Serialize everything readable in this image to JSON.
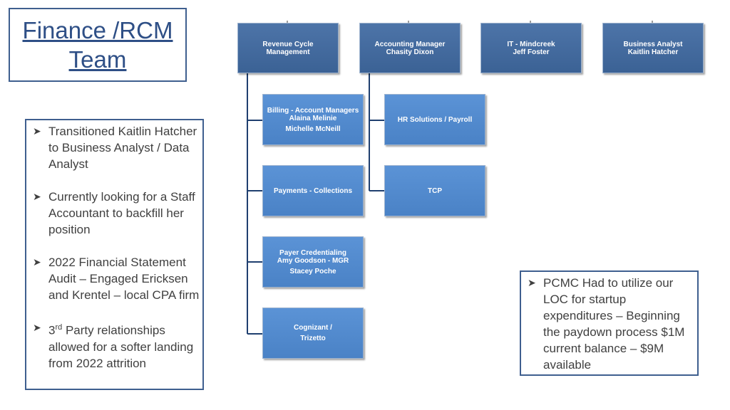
{
  "title": {
    "line1": "Finance /RCM",
    "line2": "Team"
  },
  "left_notes": [
    {
      "text": "Transitioned Kaitlin Hatcher to Business Analyst / Data Analyst"
    },
    {
      "text": "Currently looking for a Staff Accountant to backfill her position"
    },
    {
      "text": "2022 Financial Statement Audit – Engaged Ericksen and Krentel – local CPA firm"
    },
    {
      "pre": "3",
      "sup": "rd",
      "post": " Party relationships allowed for a softer landing from 2022 attrition"
    }
  ],
  "right_note": "PCMC Had to utilize our LOC for startup expenditures – Beginning the paydown process $1M current balance – $9M available",
  "org": {
    "revenue_cycle": [
      "Revenue Cycle",
      "Management"
    ],
    "accounting": [
      "Accounting Manager",
      "Chasity Dixon"
    ],
    "it": [
      "IT -  Mindcreek",
      "Jeff Foster"
    ],
    "business_analyst": [
      "Business Analyst",
      "Kaitlin Hatcher"
    ],
    "billing": [
      "Billing - Account Managers",
      "Alaina Melinie",
      "Michelle McNeill"
    ],
    "payments": [
      "Payments - Collections"
    ],
    "credentialing": [
      "Payer Credentialing",
      "Amy Goodson - MGR",
      "Stacey Poche"
    ],
    "cognizant": [
      "Cognizant /",
      "Trizetto"
    ],
    "hr": [
      "HR Solutions / Payroll"
    ],
    "tcp": [
      "TCP"
    ]
  },
  "colors": {
    "dark_node": "#4169a0",
    "light_node": "#4f88cc",
    "title": "#2e4f86",
    "line": "#1f3f6f"
  }
}
